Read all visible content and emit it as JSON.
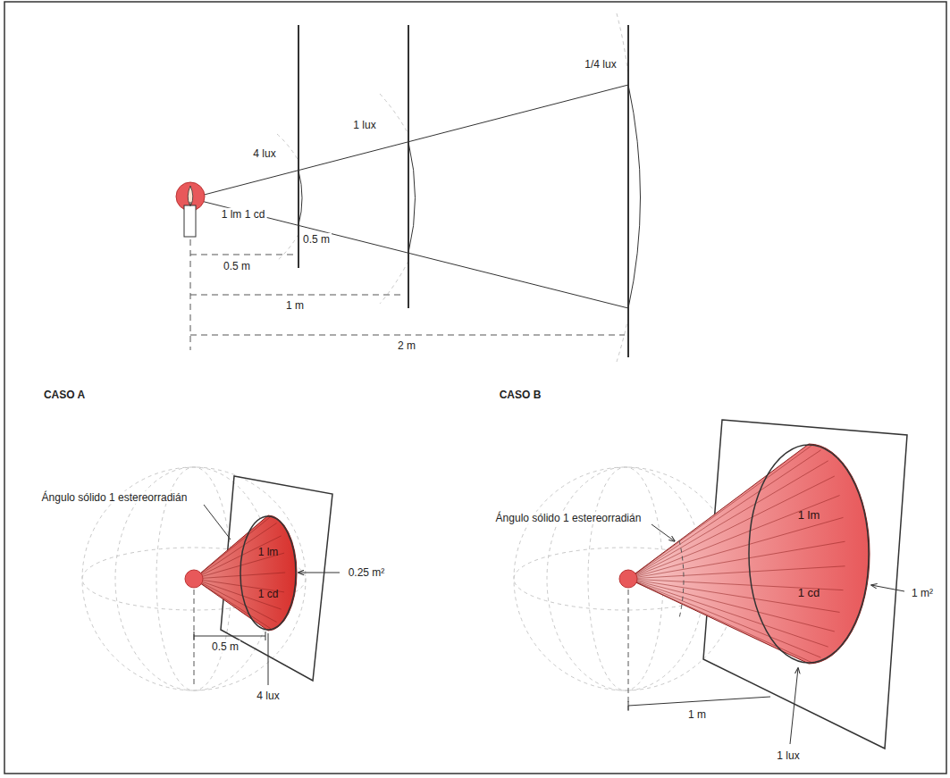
{
  "diagram": {
    "nodes": [
      {
        "text": [
          "1 lm",
          "1 cd"
        ]
      },
      {
        "text": [
          "1 lm",
          "1 cd"
        ]
      }
    ],
    "labels": [
      "4 lux",
      "1 lux",
      "1/4 lux",
      "1 lm 1 cd",
      "0.5 m",
      "0.5 m",
      "1 m",
      "2 m",
      "CASO A",
      "Ángulo sólido 1 estereorradián",
      "0.25 m²",
      "0.5 m",
      "4 lux",
      "CASO B",
      "Ángulo sólido 1 estereorradián",
      "1 m²",
      "1 m",
      "1 lux"
    ]
  }
}
